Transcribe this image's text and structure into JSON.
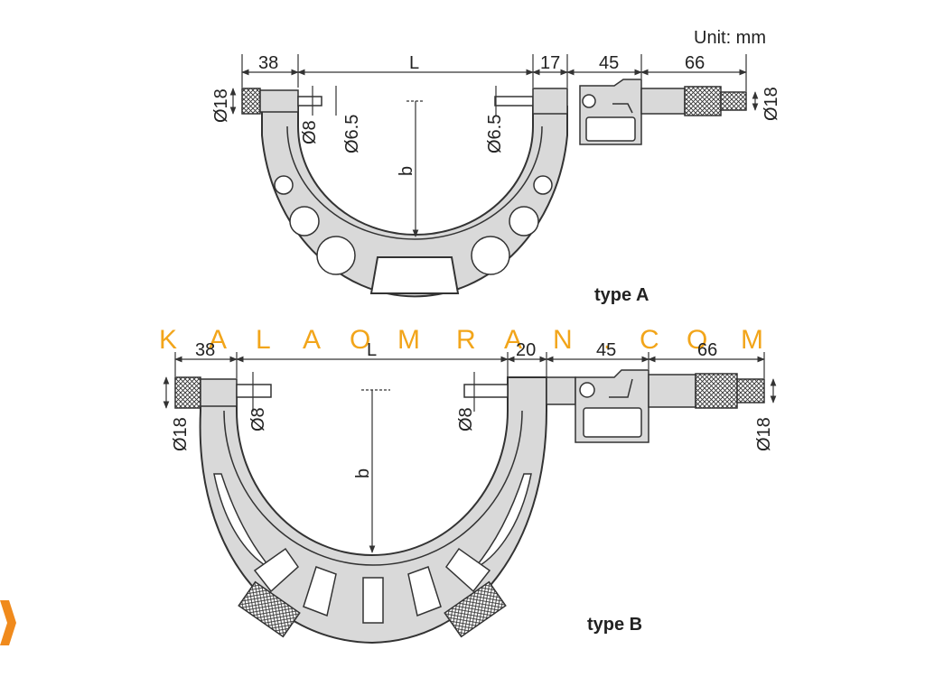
{
  "unit_label": "Unit: mm",
  "watermark": [
    "K",
    "A",
    "L",
    "A",
    "O",
    "M",
    "R",
    "A",
    "N",
    ".",
    "C",
    "O",
    "M"
  ],
  "colors": {
    "body": "#d9d9d9",
    "body_stroke": "#333333",
    "line": "#333333",
    "watermark": "#f2a51a"
  },
  "type_a": {
    "label": "type A",
    "dims": {
      "left_len": "38",
      "span": "L",
      "right_len": "17",
      "display_len": "45",
      "thimble_len": "66",
      "left_dia": "Ø18",
      "right_dia": "Ø18",
      "anvil_dia": "Ø8",
      "anvil_tip_dia": "Ø6.5",
      "spindle_tip_dia": "Ø6.5",
      "depth": "b"
    }
  },
  "type_b": {
    "label": "type B",
    "dims": {
      "left_len": "38",
      "span": "L",
      "right_len": "20",
      "display_len": "45",
      "thimble_len": "66",
      "left_dia": "Ø18",
      "right_dia": "Ø18",
      "anvil_dia": "Ø8",
      "spindle_dia": "Ø8",
      "depth": "b"
    }
  }
}
